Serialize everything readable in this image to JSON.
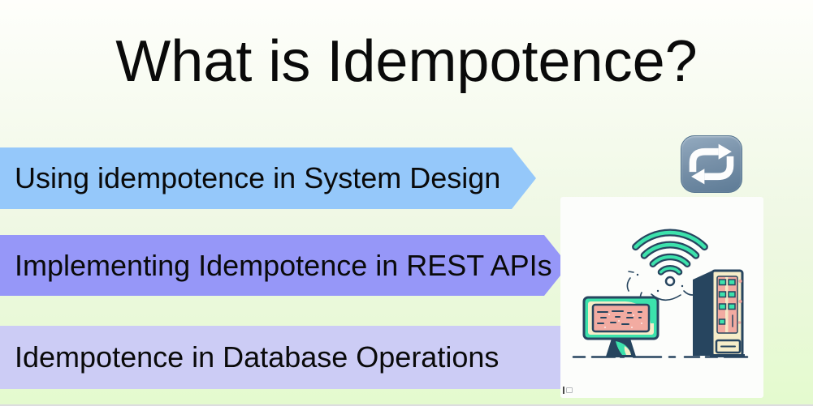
{
  "title": "What is Idempotence?",
  "banners": [
    {
      "label": "Using idempotence in System Design",
      "color": "#95C8FA"
    },
    {
      "label": "Implementing Idempotence in REST APIs",
      "color": "#9697F8"
    },
    {
      "label": "Idempotence in Database Operations",
      "color": "#CCCCF5"
    }
  ],
  "repeat_badge": {
    "icon": "repeat-arrows-icon",
    "background": "#7790A8"
  },
  "illustration": {
    "icons": [
      "wifi-signal-icon",
      "desktop-monitor-icon",
      "server-tower-icon"
    ],
    "palette": {
      "ink": "#27455F",
      "teal": "#3CE2AC",
      "cream": "#F6EDC9",
      "salmon": "#F2ABA1",
      "panel_bg": "#FCFDFB"
    }
  },
  "colors": {
    "background_top": "#FEFEFB",
    "background_bottom": "#E4FACE",
    "text": "#0A0A0A"
  }
}
